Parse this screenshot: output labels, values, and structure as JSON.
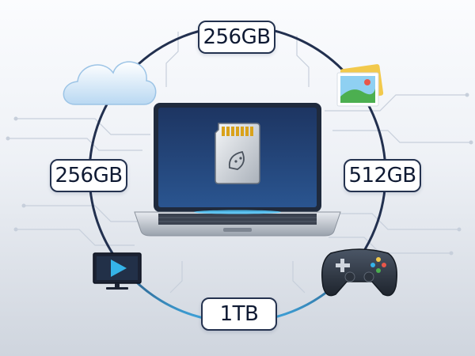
{
  "labels": {
    "top": "256GB",
    "left": "256GB",
    "right": "512GB",
    "bottom": "1TB"
  },
  "icons": [
    "cloud-icon",
    "photo-icon",
    "video-player-icon",
    "game-controller-icon",
    "sd-card-icon",
    "laptop-icon"
  ],
  "colors": {
    "ring": "#22304f",
    "ring_highlight": "#3fa7e0",
    "screen": "#1e3e72",
    "accent": "#2aa1e6"
  }
}
